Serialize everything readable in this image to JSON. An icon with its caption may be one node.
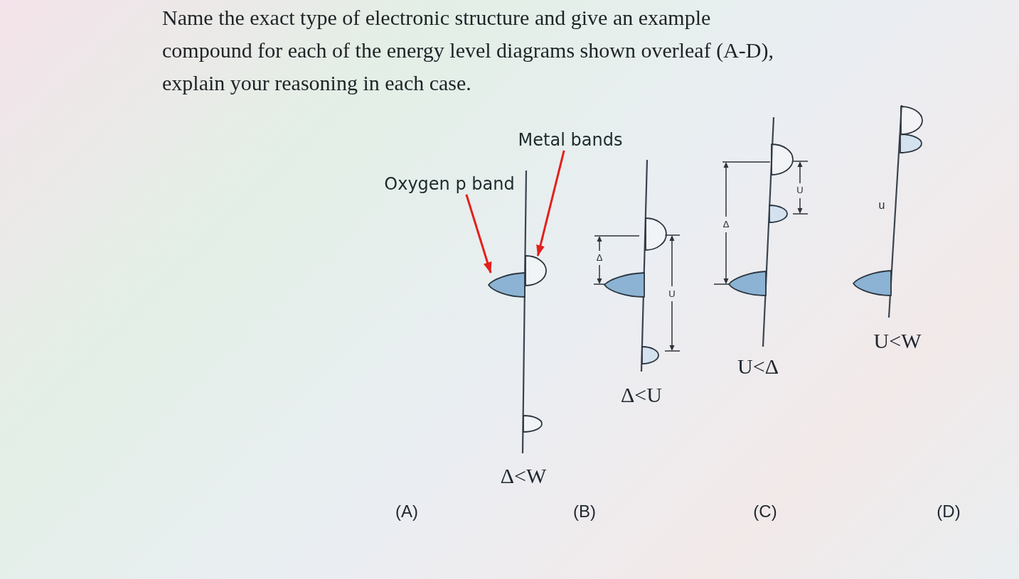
{
  "diagram": {
    "title": "Name the exact type of electronic structure and give an example compound for each of the energy level diagrams shown overleaf (A-D), explain your reasoning in each case.",
    "nodes": [
      {
        "text": [
          "Metal bands"
        ]
      },
      {
        "text": [
          "Oxygen p band"
        ]
      },
      {
        "text": [],
        "shape": "semicircle"
      },
      {
        "text": [],
        "shape": "semicircle"
      },
      {
        "text": [],
        "shape": "semicircle"
      },
      {
        "text": [],
        "shape": "semicircle"
      },
      {
        "text": [],
        "shape": "semicircle"
      },
      {
        "text": [],
        "shape": "semicircle"
      },
      {
        "text": [],
        "shape": "semicircle"
      },
      {
        "text": [],
        "shape": "semicircle"
      },
      {
        "text": [],
        "shape": "semicircle"
      },
      {
        "text": [],
        "shape": "semicircle"
      },
      {
        "text": [],
        "shape": "semicircle"
      },
      {
        "text": [],
        "shape": "semicircle"
      }
    ],
    "edges": [
      {
        "from": 0,
        "to": 2,
        "arrow": "to",
        "color": "#e3201b"
      },
      {
        "from": 1,
        "to": 3,
        "arrow": "to",
        "color": "#e3201b"
      }
    ],
    "labels": [
      "Δ<W",
      "(A)",
      "Δ",
      "U",
      "Δ<U",
      "(B)",
      "U",
      "Δ",
      "U<Δ",
      "(C)",
      "u",
      "U<W",
      "(D)"
    ]
  }
}
